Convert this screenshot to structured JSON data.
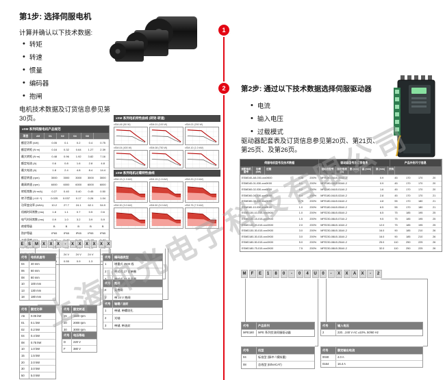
{
  "watermark": {
    "text": "上海仰光电子科技有限公司"
  },
  "timeline": {
    "step1_badge": "1",
    "step2_badge": "2",
    "line_color": "#e30613"
  },
  "step1": {
    "title": "第1步: 选择伺服电机",
    "intro": "计算并确认以下技术数据:",
    "bullets": [
      "转矩",
      "转速",
      "惯量",
      "编码器",
      "抱闸"
    ],
    "note": "电机技术数据及订货信息参见第30页。",
    "spec_table": {
      "title": "xSM 系列伺服电机产品规范",
      "col_headers": [
        "项目",
        "A5",
        "01",
        "02",
        "04",
        "08"
      ],
      "rows": [
        [
          "额定功率 (kW)",
          "0.05",
          "0.1",
          "0.2",
          "0.4",
          "0.75"
        ],
        [
          "额定转矩 (N·m)",
          "0.16",
          "0.32",
          "0.64",
          "1.27",
          "2.39"
        ],
        [
          "最大转矩 (N·m)",
          "0.48",
          "0.96",
          "1.92",
          "3.82",
          "7.16"
        ],
        [
          "额定电流 (A)",
          "0.6",
          "0.8",
          "1.6",
          "2.8",
          "4.8"
        ],
        [
          "最大电流 (A)",
          "1.8",
          "2.4",
          "4.8",
          "8.4",
          "14.4"
        ],
        [
          "额定转速 (rpm)",
          "3000",
          "3000",
          "3000",
          "3000",
          "3000"
        ],
        [
          "最高转速 (rpm)",
          "6000",
          "6000",
          "6000",
          "6000",
          "6000"
        ],
        [
          "转矩常数 (N·m/A)",
          "0.27",
          "0.40",
          "0.40",
          "0.45",
          "0.50"
        ],
        [
          "转子惯量 (×10⁻⁴)",
          "0.025",
          "0.037",
          "0.17",
          "0.26",
          "1.04"
        ],
        [
          "功率变化率 (kW/s)",
          "10.2",
          "27.7",
          "24.1",
          "62.1",
          "54.9"
        ],
        [
          "机械时间常数 (ms)",
          "1.8",
          "1.1",
          "0.7",
          "0.5",
          "0.6"
        ],
        [
          "电气时间常数 (ms)",
          "0.9",
          "1.0",
          "3.2",
          "3.9",
          "5.9"
        ],
        [
          "绝缘等级",
          "B",
          "B",
          "B",
          "B",
          "B"
        ],
        [
          "防护等级",
          "IP65",
          "IP65",
          "IP65",
          "IP65",
          "IP65"
        ],
        [
          "工作温度 (°C)",
          "0~40",
          "0~40",
          "0~40",
          "0~40",
          "0~40"
        ],
        [
          "编码器 (标配)",
          "增量",
          "增量",
          "增量",
          "增量",
          "增量"
        ],
        [
          "抱闸 (选配)",
          "24 V",
          "24 V",
          "24 V",
          "24 V",
          "24 V"
        ],
        [
          "重量 (kg)",
          "0.45",
          "0.55",
          "0.9",
          "1.3",
          "2.5"
        ]
      ]
    },
    "charts_a": {
      "title": "xSM 系列电机特性曲线 (转矩-转速)",
      "items": [
        "xSM-A5 (50 W)",
        "xSM-01 (100 W)",
        "xSM-02 (200 W)",
        "xSM-04 (400 W)",
        "xSM-08 (750 W)",
        "xSM-10 (1.0 kW)"
      ]
    },
    "charts_b": {
      "title": "xSM 系列电机过载特性曲线",
      "items": [
        "xSM-13 (1.3 kW)",
        "xSM-15 (1.5 kW)",
        "xSM-20 (2.0 kW)",
        "xSM-30 (3.0 kW)",
        "xSM-50 (5.0 kW)",
        "xSM-75 (7.5 kW)"
      ]
    },
    "model_code": {
      "chars": [
        "E",
        "S",
        "M",
        "X",
        "X",
        "X",
        "-",
        "X",
        "X",
        "X",
        "X",
        "X",
        "X"
      ],
      "tables": [
        {
          "header": [
            "代号",
            "电机机座号"
          ],
          "rows": [
            [
              "04",
              "40 mm"
            ],
            [
              "06",
              "60 mm"
            ],
            [
              "08",
              "80 mm"
            ],
            [
              "10",
              "100 mm"
            ],
            [
              "13",
              "130 mm"
            ],
            [
              "18",
              "180 mm"
            ]
          ]
        },
        {
          "header": [
            "代号",
            "额定功率"
          ],
          "rows": [
            [
              "A5",
              "0.05 kW"
            ],
            [
              "01",
              "0.1 kW"
            ],
            [
              "02",
              "0.2 kW"
            ],
            [
              "04",
              "0.4 kW"
            ],
            [
              "08",
              "0.75 kW"
            ],
            [
              "10",
              "1.0 kW"
            ],
            [
              "15",
              "1.5 kW"
            ],
            [
              "20",
              "2.0 kW"
            ],
            [
              "30",
              "3.0 kW"
            ],
            [
              "50",
              "5.0 kW"
            ]
          ]
        },
        {
          "header": [
            "代号",
            "额定转速"
          ],
          "rows": [
            [
              "15",
              "1500 rpm"
            ],
            [
              "20",
              "2000 rpm"
            ],
            [
              "30",
              "3000 rpm"
            ]
          ]
        },
        {
          "header": [
            "代号",
            "电压等级"
          ],
          "rows": [
            [
              "D",
              "220 V"
            ],
            [
              "F",
              "380 V"
            ]
          ]
        },
        {
          "header": [
            "代号",
            "编码器类型"
          ],
          "rows": [
            [
              "1",
              "增量式 2500 线"
            ],
            [
              "2",
              "绝对式 17 位单圈"
            ],
            [
              "3",
              "绝对式 23 位多圈"
            ]
          ]
        },
        {
          "header": [
            "代号",
            "抱闸"
          ],
          "rows": [
            [
              "0",
              "无抱闸"
            ],
            [
              "1",
              "带 24 V 抱闸"
            ]
          ]
        },
        {
          "header": [
            "代号",
            "轴端 / 油封"
          ],
          "rows": [
            [
              "1",
              "带键, 带螺纹孔"
            ],
            [
              "2",
              "光轴"
            ],
            [
              "3",
              "带键, 带油封"
            ]
          ]
        }
      ]
    }
  },
  "step2": {
    "title": "第2步: 通过以下技术数据选择伺服驱动器",
    "bullets": [
      "电流",
      "输入电压",
      "过载模式"
    ],
    "note": "驱动器配套表及订货信息参见第20页、第21页、第25页、及第26页。",
    "drive_table": {
      "group_headers": [
        "伺服电机型号及技术数据",
        "驱动器型号及订货信息",
        "产品外形尺寸信息"
      ],
      "col_headers": [
        "适配电机型号",
        "功率 (kW)",
        "过载",
        "驱动器型号",
        "额定电流 (A)",
        "宽 (mm)",
        "高 (mm)",
        "深 (mm)",
        "页码"
      ],
      "rows": [
        [
          "ESMD40-A5-030-xxx0K00",
          "0.05",
          "200%",
          "MFE180-04U0-00AX-2",
          "0.9",
          "45",
          "170",
          "170",
          "20"
        ],
        [
          "ESMD40-01-030-xxx0K00",
          "0.1",
          "200%",
          "MFE180-04U0-00AX-2",
          "0.9",
          "45",
          "170",
          "170",
          "20"
        ],
        [
          "ESMD60-02-030-xxx0K00",
          "0.2",
          "200%",
          "MFE180-04U0-01AX-2",
          "1.6",
          "45",
          "170",
          "170",
          "20"
        ],
        [
          "ESMD60-04-030-xxx0K00",
          "0.4",
          "200%",
          "MFE180-04U0-02AX-2",
          "2.8",
          "45",
          "170",
          "170",
          "21"
        ],
        [
          "ESMD80-08-030-xxx0K00",
          "0.75",
          "200%",
          "MFE180-04U0-04AX-2",
          "4.8",
          "55",
          "170",
          "180",
          "21"
        ],
        [
          "ESMD80-10-030-xxx0K00",
          "1.0",
          "200%",
          "MFE180-04U0-05AX-2",
          "6.5",
          "55",
          "170",
          "180",
          "21"
        ],
        [
          "ESMD130-10-015-xxx0K00",
          "1.0",
          "200%",
          "MFE230-08U0-05AX-2",
          "6.5",
          "75",
          "185",
          "195",
          "25"
        ],
        [
          "ESMD130-15-015-xxx0K00",
          "1.5",
          "200%",
          "MFE230-08U0-07AX-2",
          "9.5",
          "75",
          "185",
          "195",
          "25"
        ],
        [
          "ESMD130-20-015-xxx0K00",
          "2.0",
          "200%",
          "MFE230-08U0-10AX-2",
          "12.0",
          "75",
          "185",
          "195",
          "25"
        ],
        [
          "ESMD130-30-015-xxx0K00",
          "3.0",
          "200%",
          "MFE230-08U0-15AX-2",
          "16.0",
          "90",
          "185",
          "210",
          "26"
        ],
        [
          "ESMD180-30-015-xxx0K00",
          "3.0",
          "200%",
          "MFE230-08U0-15AX-2",
          "16.0",
          "90",
          "185",
          "210",
          "26"
        ],
        [
          "ESMD180-50-015-xxx0K00",
          "5.0",
          "200%",
          "MFE230-08U0-25AX-2",
          "25.0",
          "110",
          "250",
          "225",
          "26"
        ],
        [
          "ESMD180-75-015-xxx0K00",
          "7.5",
          "200%",
          "MFE230-08U0-35AX-2",
          "32.0",
          "110",
          "250",
          "225",
          "26"
        ]
      ]
    },
    "model_code": {
      "chars": [
        "M",
        "F",
        "E",
        "1",
        "8",
        "0",
        "-",
        "0",
        "4",
        "U",
        "0",
        "-",
        "X",
        "X",
        "A",
        "X",
        "-",
        "2"
      ],
      "tables": [
        {
          "header": [
            "代号",
            "产品系列"
          ],
          "rows": [
            [
              "MFE180",
              "MFE 系列交流伺服驱动器"
            ]
          ]
        },
        {
          "header": [
            "代号",
            "机型"
          ],
          "rows": [
            [
              "04",
              "标准型 (脉冲 / 模拟量)"
            ],
            [
              "08",
              "总线型 (EtherCAT)"
            ]
          ]
        },
        {
          "header": [
            "代号",
            "输入电压"
          ],
          "rows": [
            [
              "2",
              "220…240 V AC ±10%, 50/60 Hz"
            ]
          ]
        },
        {
          "header": [
            "代号",
            "额定输出电流"
          ],
          "rows": [
            [
              "0040",
              "4.0 A"
            ],
            [
              "0164",
              "16.4 A"
            ]
          ]
        }
      ]
    }
  }
}
